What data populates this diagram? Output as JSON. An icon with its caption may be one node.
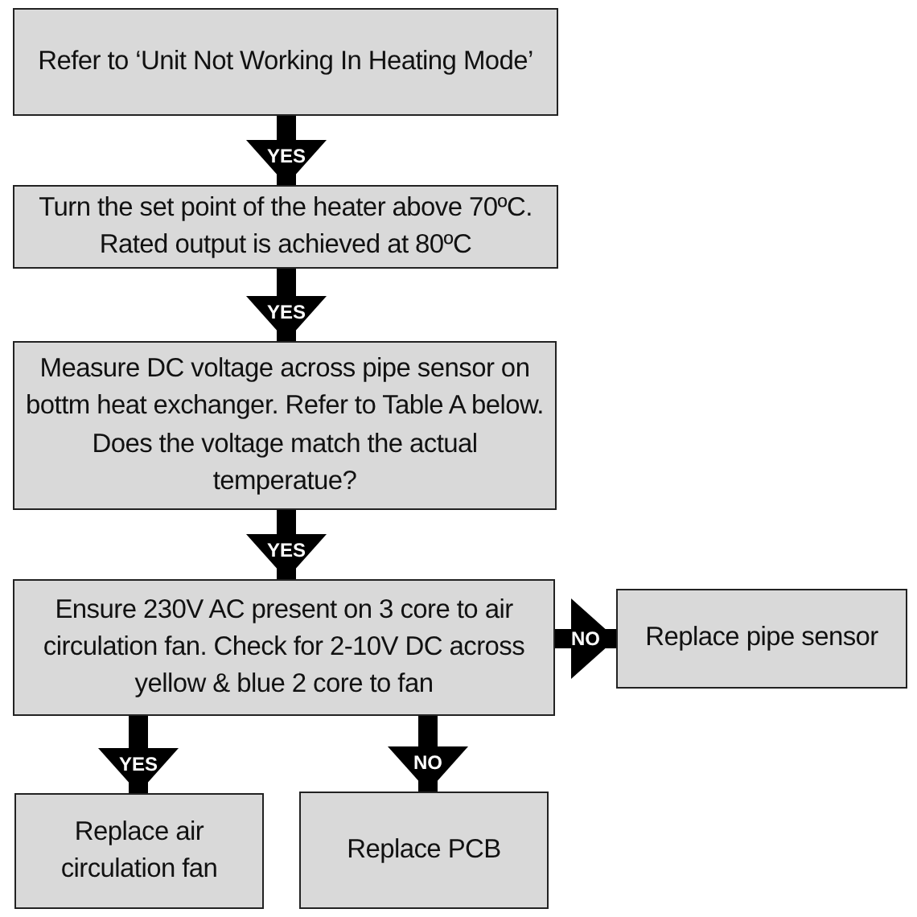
{
  "diagram": {
    "nodes": [
      {
        "text": [
          "Refer to ‘Unit Not Working In Heating Mode’"
        ]
      },
      {
        "text": [
          "Turn the set point of the heater above 70ºC. Rated output is achieved at 80ºC"
        ]
      },
      {
        "text": [
          "Measure DC voltage across pipe sensor on bottm heat exchanger. Refer to Table A below. Does the voltage match the actual temperatue?"
        ]
      },
      {
        "text": [
          "Ensure 230V AC present on 3 core to air circulation fan. Check for 2-10V DC across yellow & blue 2 core to fan"
        ]
      },
      {
        "text": [
          "Replace pipe sensor"
        ]
      },
      {
        "text": [
          "Replace air circulation fan"
        ]
      },
      {
        "text": [
          "Replace PCB"
        ]
      }
    ],
    "edges": [
      {
        "from": 0,
        "to": 1,
        "arrow": "to",
        "label": "YES"
      },
      {
        "from": 1,
        "to": 2,
        "arrow": "to",
        "label": "YES"
      },
      {
        "from": 2,
        "to": 3,
        "arrow": "to",
        "label": "YES"
      },
      {
        "from": 3,
        "to": 4,
        "arrow": "to",
        "label": "NO"
      },
      {
        "from": 3,
        "to": 5,
        "arrow": "to",
        "label": "YES"
      },
      {
        "from": 3,
        "to": 6,
        "arrow": "to",
        "label": "NO"
      }
    ]
  }
}
